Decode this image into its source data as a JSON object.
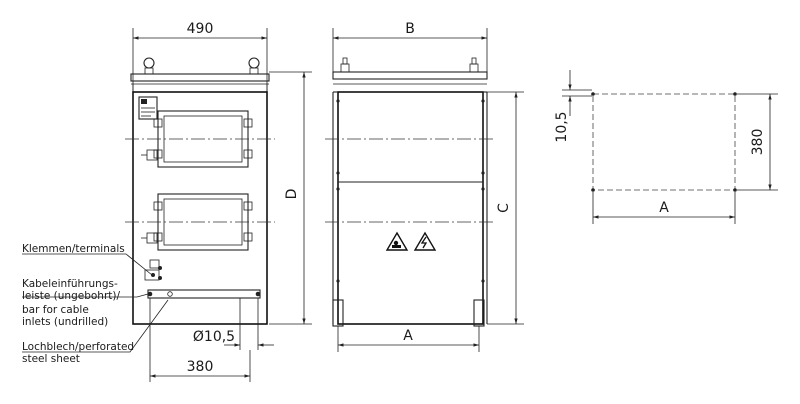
{
  "front_view": {
    "width_dim": "490",
    "height_dim": "D",
    "hole_dim": "Ø10,5",
    "spacing_dim": "380",
    "labels": {
      "terminals": "Klemmen/terminals",
      "cable_bar_1": "Kabeleinführungs-",
      "cable_bar_2": "leiste (ungebohrt)/",
      "cable_bar_3": "bar for cable",
      "cable_bar_4": "inlets (undrilled)",
      "perforated_1": "Lochblech/perforated",
      "perforated_2": "steel sheet"
    }
  },
  "side_view": {
    "width_dim": "B",
    "height_dim": "C",
    "base_dim": "A"
  },
  "footprint": {
    "offset_dim": "10,5",
    "depth_dim": "380",
    "width_dim": "A"
  },
  "icons": [
    "warning-triangle-icon",
    "electrical-hazard-icon"
  ]
}
